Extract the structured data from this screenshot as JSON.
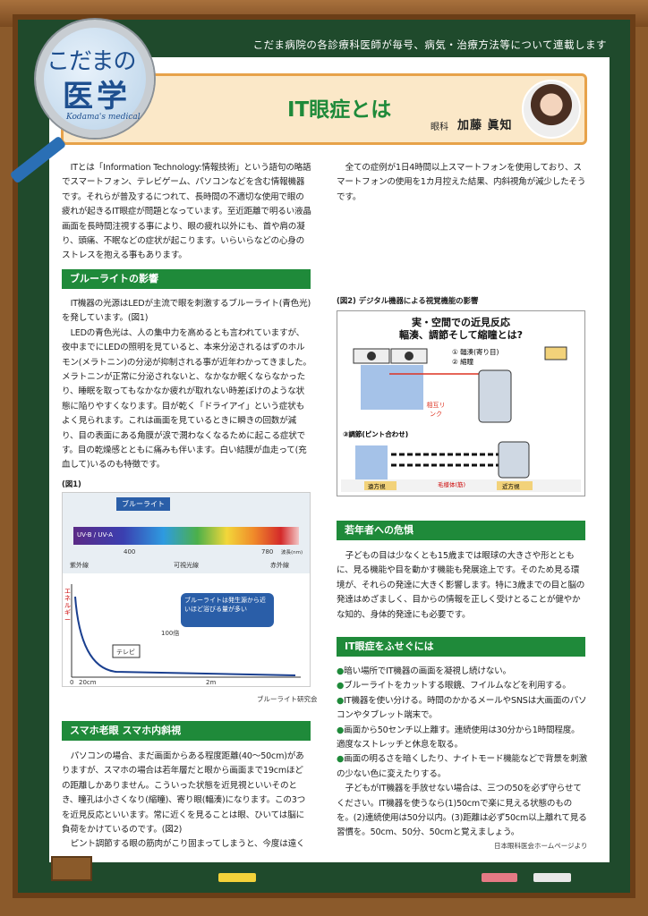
{
  "header": {
    "tagline": "こだま病院の各診療科医師が毎号、病気・治療方法等について連載します"
  },
  "logo": {
    "line1": "こだまの",
    "line2": "医学",
    "line3": "Kodama's medical"
  },
  "title": {
    "main": "IT眼症とは",
    "department": "眼科",
    "author": "加藤 眞知"
  },
  "intro": "ITとは「Information Technology:情報技術」という語句の略語でスマートフォン、テレビゲーム、パソコンなどを含む情報機器です。それらが普及するにつれて、長時間の不適切な使用で眼の疲れが起きるIT眼症が問題となっています。至近距離で明るい液晶画面を長時間注視する事により、眼の疲れ以外にも、首や肩の凝り、頭痛、不眠などの症状が起こります。いらいらなどの心身のストレスを抱える事もあります。",
  "sections": {
    "blue_light": {
      "heading": "ブルーライトの影響",
      "p1": "IT機器の光源はLEDが主流で眼を刺激するブルーライト(青色光)を発しています。(図1)",
      "p2": "LEDの青色光は、人の集中力を高めるとも言われていますが、夜中までにLEDの照明を見ていると、本来分泌されるはずのホルモン(メラトニン)の分泌が抑制される事が近年わかってきました。メラトニンが正常に分泌されないと、なかなか眠くならなかったり、睡眠を取ってもなかなか疲れが取れない時差ぼけのような状態に陥りやすくなります。目が乾く「ドライアイ」という症状もよく見られます。これは画面を見ているときに瞬きの回数が減り、目の表面にある角膜が涙で潤わなくなるために起こる症状です。目の乾燥感とともに痛みも伴います。白い結膜が血走って(充血して)いるのも特徴です。"
    },
    "presbyopia": {
      "heading": "スマホ老眼 スマホ内斜視",
      "p1": "パソコンの場合、まだ画面からある程度距離(40〜50cm)がありますが、スマホの場合は若年層だと眼から画面まで19cmほどの距離しかありません。こういった状態を近見視といいそのとき、瞳孔は小さくなり(縮瞳)、寄り眼(輻湊)になります。この3つを近見反応といいます。常に近くを見ることは眼、ひいては脳に負荷をかけているのです。(図2)",
      "p2": "ピント調節する眼の筋肉がこり固まってしまうと、今度は遠くを見たときに、手前にピントが合ったままになり、ぼけてしまう。そのうち、調整力そのものが低下して近くも見づらくなってしまう。これがいわゆるスマホ老眼です。スマホの長時間使用により、寄り目になって戻らなくなってしまうのがスマホ内斜視です。日本でスマホが初めて売り出されたのが2008年、スマホ内斜視はそれから数年後に報告されました。",
      "p3": "全ての症例が1日4時間以上スマートフォンを使用しており、スマートフォンの使用を1カ月控えた結果、内斜視角が減少したそうです。"
    },
    "youth": {
      "heading": "若年者への危惧",
      "p1": "子どもの目は少なくとも15歳までは眼球の大きさや形とともに、見る機能や目を動かす機能も発展途上です。そのため見る環境が、それらの発達に大きく影響します。特に3歳までの目と脳の発達はめざましく、目からの情報を正しく受けとることが健やかな知的、身体的発達にも必要です。"
    },
    "prevent": {
      "heading": "IT眼症をふせぐには",
      "items": [
        "暗い場所でIT機器の画面を凝視し続けない。",
        "ブルーライトをカットする眼鏡、フイルムなどを利用する。",
        "IT機器を使い分ける。時間のかかるメールやSNSは大画面のパソコンやタブレット端末で。",
        "画面から50センチ以上離す。連続使用は30分から1時間程度。適度なストレッチと休息を取る。",
        "画面の明るさを暗くしたり、ナイトモード機能などで背景を刺激の少ない色に変えたりする。"
      ],
      "closing": "子どもがIT機器を手放せない場合は、三つの50を必ず守らせてください。IT機器を使うなら(1)50cmで楽に見える状態のものを。(2)連続使用は50分以内。(3)距離は必ず50cm以上離れて見る習慣を。50cm、50分、50cmと覚えましょう。",
      "source": "日本眼科医会ホームページより"
    }
  },
  "figure1": {
    "caption": "(図1)",
    "blue_light_label": "ブルーライト",
    "uv_label": "UV-B / UV-A",
    "tick_400": "400",
    "tick_780": "780",
    "wavelength_unit": "波長(nm)",
    "uv": "紫外線",
    "visible": "可視光線",
    "ir": "赤外線",
    "energy_axis": "エネルギー",
    "note": "ブルーライトは発生源から近いほど浴びる量が多い",
    "times100": "100倍",
    "tv": "テレビ",
    "x0": "0",
    "x20": "20cm",
    "x2m": "2m",
    "credit": "ブルーライト研究会"
  },
  "figure2": {
    "caption": "(図2) デジタル機器による視覚機能の影響",
    "title1": "実・空間での近見反応",
    "title2": "輻湊、調節そして縮瞳とは?",
    "item1": "① 輻湊(寄り目)",
    "item2": "② 縮瞳",
    "link": "相互リンク",
    "item3": "③調節(ピント合わせ)",
    "far": "遠方視",
    "ciliary": "毛様体(筋)",
    "near": "近方視"
  }
}
